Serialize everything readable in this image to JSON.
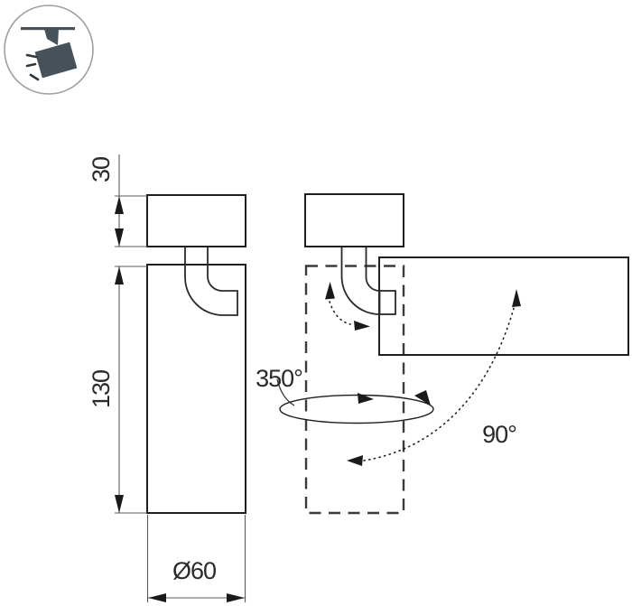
{
  "icon": {
    "name": "ceiling-spotlight",
    "fill_color": "#47515a",
    "circle_color": "#9aa0a6"
  },
  "colors": {
    "outline": "#1f1f1f",
    "dimension_lines": "#5a5a5a",
    "dashed_phantom": "#3b3b3b",
    "text": "#2a2a2a",
    "background": "#ffffff"
  },
  "views": {
    "front": {
      "labels": {
        "mount_height": "30",
        "body_length": "130",
        "diameter": "Ø60"
      }
    },
    "side": {
      "labels": {
        "swivel_angle": "350°",
        "tilt_angle": "90°"
      }
    }
  }
}
